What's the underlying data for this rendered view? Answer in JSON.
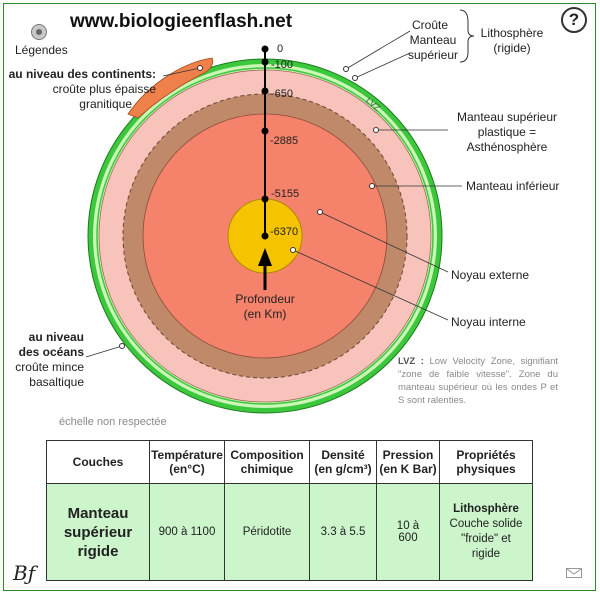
{
  "site_title": "www.biologieenflash.net",
  "help_label": "?",
  "legend_label": "Légendes",
  "continent_note": {
    "title": "au niveau des continents:",
    "line1": "croûte plus épaisse",
    "line2": "granitique"
  },
  "ocean_note": {
    "title1": "au niveau",
    "title2": "des océans",
    "line1": "croûte mince",
    "line2": "basaltique"
  },
  "depth_labels": [
    "0",
    "-100",
    "-650",
    "-2885",
    "-5155",
    "-6370"
  ],
  "depth_caption": [
    "Profondeur",
    "(en Km)"
  ],
  "lvz_arc_label": "LVZ",
  "layer_labels": {
    "croute": "Croûte",
    "manteau_sup": [
      "Manteau",
      "supérieur"
    ],
    "lithosphere": [
      "Lithosphère",
      "(rigide)"
    ],
    "asthenosphere": [
      "Manteau supérieur",
      "plastique =",
      "Asthénosphère"
    ],
    "manteau_inf": "Manteau inférieur",
    "noyau_externe": "Noyau externe",
    "noyau_interne": "Noyau interne"
  },
  "lvz_note": {
    "term": "LVZ :",
    "text": "Low Velocity Zone, signifiant \"zone de faible vitesse\". Zone du manteau supérieur où les ondes P et S sont ralenties."
  },
  "scale_note": "échelle non respectée",
  "table": {
    "headers": [
      [
        "Couches"
      ],
      [
        "Température",
        "(en°C)"
      ],
      [
        "Composition",
        "chimique"
      ],
      [
        "Densité",
        "(en g/cm³)"
      ],
      [
        "Pression",
        "(en K Bar)"
      ],
      [
        "Propriétés",
        "physiques"
      ]
    ],
    "row": {
      "couche": [
        "Manteau",
        "supérieur",
        "rigide"
      ],
      "temperature": "900 à 1100",
      "composition": "Péridotite",
      "densite": "3.3 à 5.5",
      "pression": [
        "10 à",
        "600"
      ],
      "proprietes_title": "Lithosphère",
      "proprietes": [
        "Couche solide",
        "\"froide\" et",
        "rigide"
      ]
    }
  },
  "logo_text": "Bƒ",
  "colors": {
    "crust_green": "#3cc83c",
    "lithosphere_green": "#b8f0a0",
    "asthenosphere": "#f5c0b8",
    "lower_mantle": "#c08a6a",
    "outer_core": "#f58060",
    "inner_core": "#f5c000",
    "continent": "#f0804a",
    "table_green": "#ccf5cc"
  }
}
